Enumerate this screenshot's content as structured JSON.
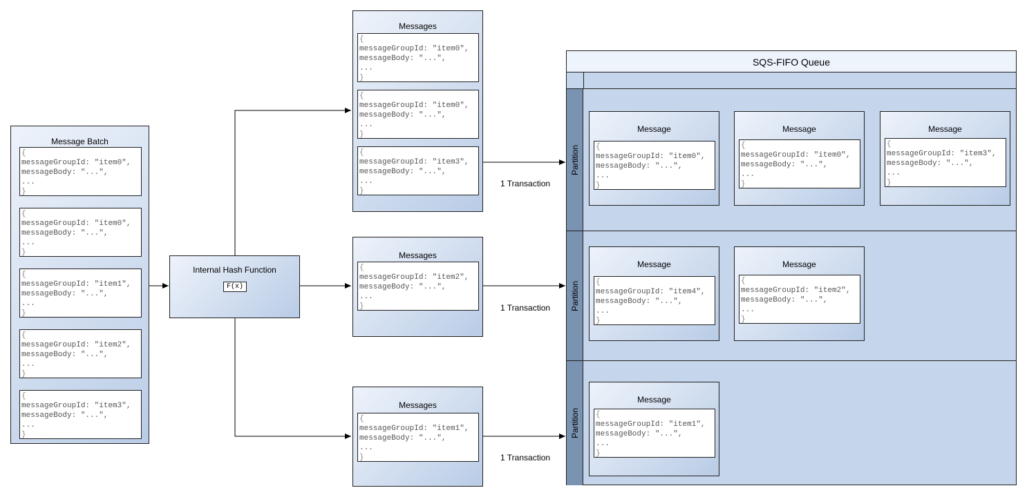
{
  "batch": {
    "title": "Message Batch",
    "items": [
      {
        "open": "{",
        "group": "messageGroupId: \"item0\",",
        "body": "messageBody: \"...\",",
        "more": "...",
        "close": "}"
      },
      {
        "open": "{",
        "group": "messageGroupId: \"item0\",",
        "body": "messageBody: \"...\",",
        "more": "...",
        "close": "}"
      },
      {
        "open": "{",
        "group": "messageGroupId: \"item1\",",
        "body": "messageBody: \"...\",",
        "more": "...",
        "close": "}"
      },
      {
        "open": "{",
        "group": "messageGroupId: \"item2\",",
        "body": "messageBody: \"...\",",
        "more": "...",
        "close": "}"
      },
      {
        "open": "{",
        "group": "messageGroupId: \"item3\",",
        "body": "messageBody: \"...\",",
        "more": "...",
        "close": "}"
      }
    ]
  },
  "hash": {
    "title": "Internal Hash Function",
    "fx": "F(x)"
  },
  "groups": [
    {
      "title": "Messages",
      "items": [
        {
          "open": "{",
          "group": "messageGroupId: \"item0\",",
          "body": "messageBody: \"...\",",
          "more": "...",
          "close": "}"
        },
        {
          "open": "{",
          "group": "messageGroupId: \"item0\",",
          "body": "messageBody: \"...\",",
          "more": "...",
          "close": "}"
        },
        {
          "open": "{",
          "group": "messageGroupId: \"item3\",",
          "body": "messageBody: \"...\",",
          "more": "...",
          "close": "}"
        }
      ]
    },
    {
      "title": "Messages",
      "items": [
        {
          "open": "{",
          "group": "messageGroupId: \"item2\",",
          "body": "messageBody: \"...\",",
          "more": "...",
          "close": "}"
        }
      ]
    },
    {
      "title": "Messages",
      "items": [
        {
          "open": "{",
          "group": "messageGroupId: \"item1\",",
          "body": "messageBody: \"...\",",
          "more": "...",
          "close": "}"
        }
      ]
    }
  ],
  "transactions": [
    "1 Transaction",
    "1 Transaction",
    "1 Transaction"
  ],
  "queue": {
    "title": "SQS-FIFO Queue",
    "partitions": [
      {
        "label": "Partition",
        "messages": [
          {
            "title": "Message",
            "open": "{",
            "group": "messageGroupId: \"item0\",",
            "body": "messageBody: \"...\",",
            "more": "...",
            "close": "}"
          },
          {
            "title": "Message",
            "open": "{",
            "group": "messageGroupId: \"item0\",",
            "body": "messageBody: \"...\",",
            "more": "...",
            "close": "}"
          },
          {
            "title": "Message",
            "open": "{",
            "group": "messageGroupId: \"item3\",",
            "body": "messageBody: \"...\",",
            "more": "...",
            "close": "}"
          }
        ]
      },
      {
        "label": "Partition",
        "messages": [
          {
            "title": "Message",
            "open": "{",
            "group": "messageGroupId: \"item4\",",
            "body": "messageBody: \"...\",",
            "more": "...",
            "close": "}"
          },
          {
            "title": "Message",
            "open": "{",
            "group": "messageGroupId: \"item2\",",
            "body": "messageBody: \"...\",",
            "more": "...",
            "close": "}"
          }
        ]
      },
      {
        "label": "Partition",
        "messages": [
          {
            "title": "Message",
            "open": "{",
            "group": "messageGroupId: \"item1\",",
            "body": "messageBody: \"...\",",
            "more": "...",
            "close": "}"
          }
        ]
      }
    ]
  }
}
